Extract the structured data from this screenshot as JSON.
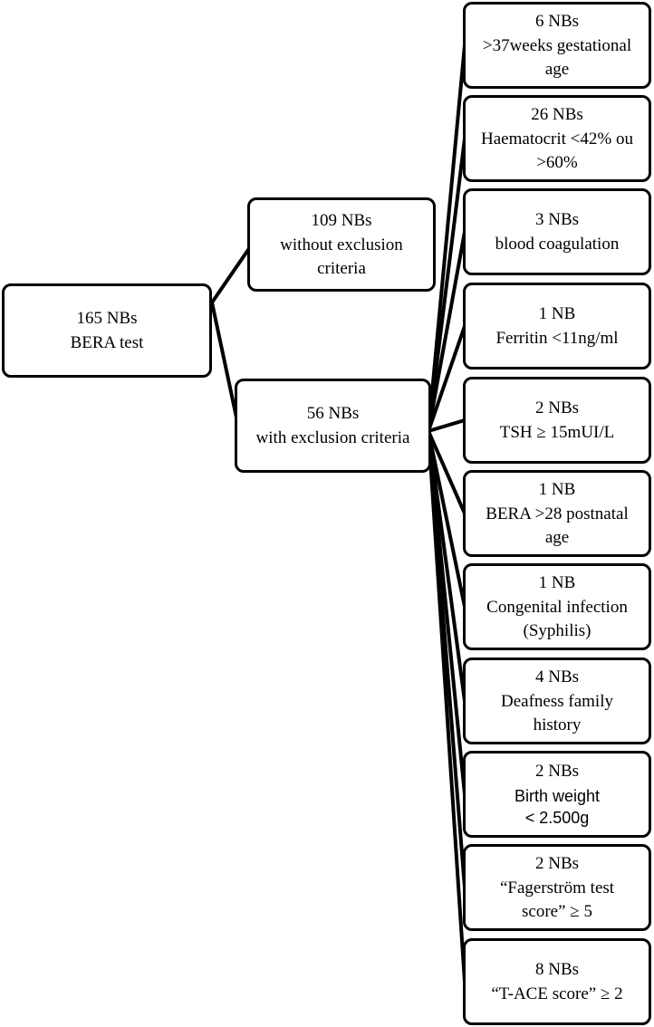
{
  "root": {
    "count": "165 NBs",
    "label": "BERA test"
  },
  "without": {
    "count": "109 NBs",
    "lines": [
      "without exclusion",
      "criteria"
    ]
  },
  "with": {
    "count": "56 NBs",
    "lines": [
      "with exclusion criteria"
    ]
  },
  "criteria": [
    {
      "count": "6 NBs",
      "lines": [
        ">37weeks gestational",
        "age"
      ]
    },
    {
      "count": "26 NBs",
      "lines": [
        "Haematocrit <42% ou",
        ">60%"
      ]
    },
    {
      "count": "3 NBs",
      "lines": [
        "blood coagulation"
      ]
    },
    {
      "count": "1 NB",
      "lines": [
        "Ferritin <11ng/ml"
      ]
    },
    {
      "count": "2 NBs",
      "lines": [
        "TSH ≥ 15mUI/L"
      ]
    },
    {
      "count": "1 NB",
      "lines": [
        "BERA >28 postnatal",
        "age"
      ]
    },
    {
      "count": "1 NB",
      "lines": [
        "Congenital infection",
        "(Syphilis)"
      ]
    },
    {
      "count": "4 NBs",
      "lines": [
        "Deafness family",
        "history"
      ]
    },
    {
      "count": "2 NBs",
      "lines": [
        "Birth weight",
        "< 2.500g"
      ]
    },
    {
      "count": "2 NBs",
      "lines": [
        "“Fagerström test",
        "score” ≥ 5"
      ]
    },
    {
      "count": "8 NBs",
      "lines": [
        "“T-ACE score” ≥ 2"
      ]
    }
  ]
}
